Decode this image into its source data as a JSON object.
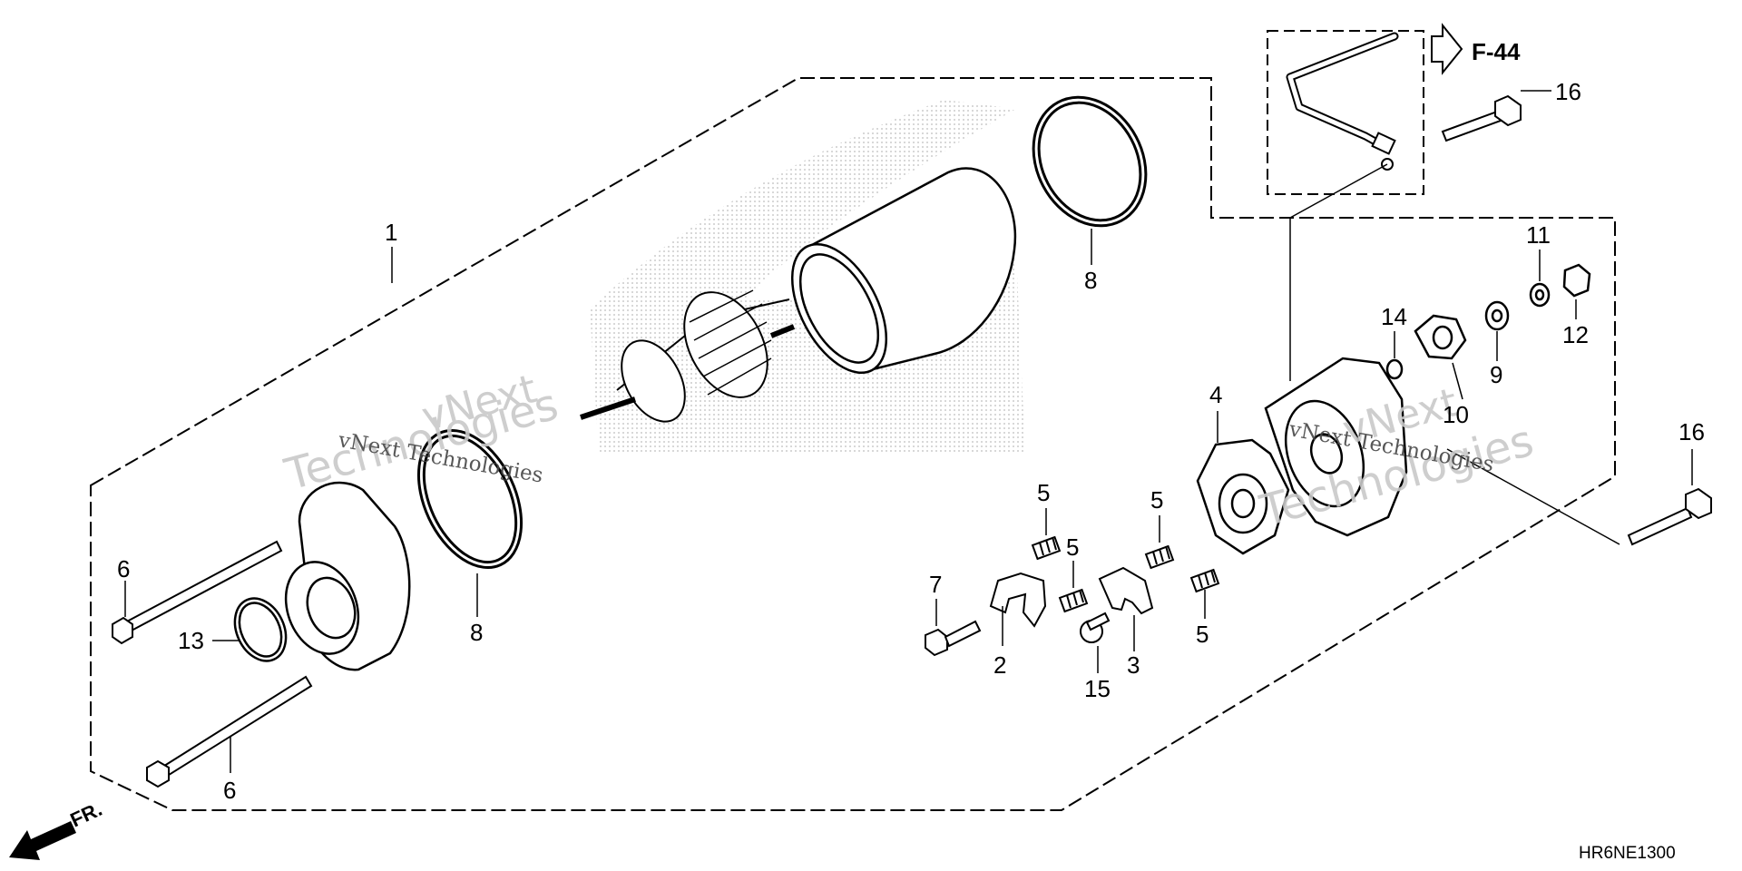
{
  "diagram_code": "HR6NE1300",
  "reference": "F-44",
  "front_marker": "FR.",
  "watermark": {
    "vnext": "vNext",
    "technologies": "Technologies",
    "line": "vNext Technologies"
  },
  "callouts": {
    "c1": "1",
    "c2": "2",
    "c3": "3",
    "c4": "4",
    "c5a": "5",
    "c5b": "5",
    "c5c": "5",
    "c5d": "5",
    "c6a": "6",
    "c6b": "6",
    "c7": "7",
    "c8a": "8",
    "c8b": "8",
    "c9": "9",
    "c10": "10",
    "c11": "11",
    "c12": "12",
    "c13": "13",
    "c14": "14",
    "c15": "15",
    "c16a": "16",
    "c16b": "16"
  },
  "colors": {
    "line": "#000000",
    "watermark": "#c9c9c9",
    "background": "#ffffff"
  }
}
